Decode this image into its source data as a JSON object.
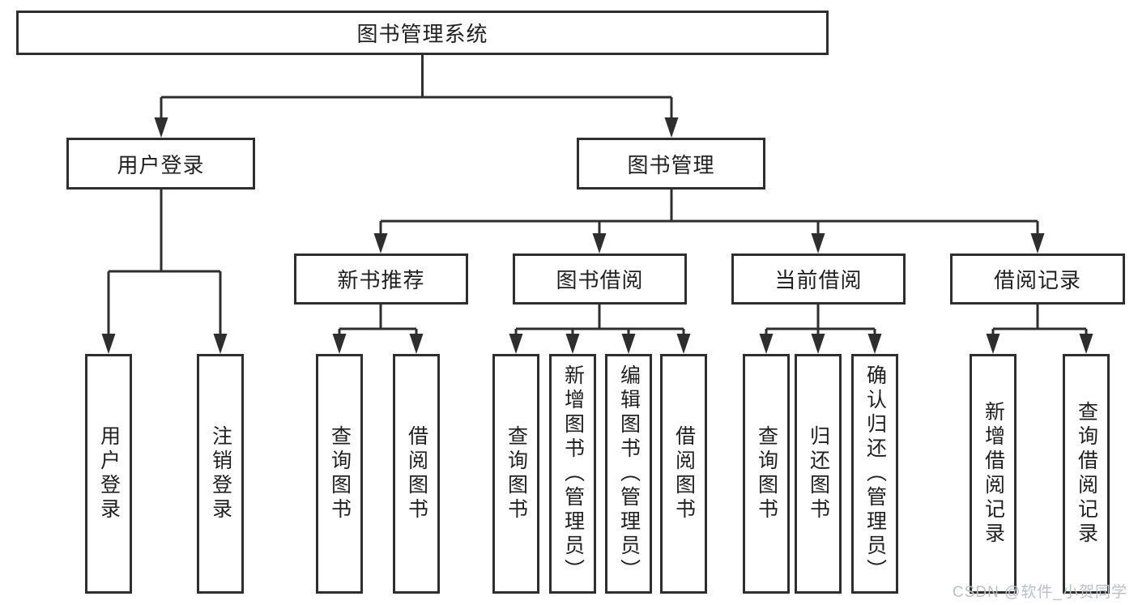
{
  "tree": {
    "root": {
      "label": "图书管理系统"
    },
    "branches": [
      {
        "label": "用户登录",
        "children": [
          {
            "label": "用户登录"
          },
          {
            "label": "注销登录"
          }
        ]
      },
      {
        "label": "图书管理",
        "children": [
          {
            "label": "新书推荐",
            "children": [
              {
                "label": "查询图书"
              },
              {
                "label": "借阅图书"
              }
            ]
          },
          {
            "label": "图书借阅",
            "children": [
              {
                "label": "查询图书"
              },
              {
                "label": "新增图书（管理员）"
              },
              {
                "label": "编辑图书（管理员）"
              },
              {
                "label": "借阅图书"
              }
            ]
          },
          {
            "label": "当前借阅",
            "children": [
              {
                "label": "查询图书"
              },
              {
                "label": "归还图书"
              },
              {
                "label": "确认归还（管理员）"
              }
            ]
          },
          {
            "label": "借阅记录",
            "children": [
              {
                "label": "新增借阅记录"
              },
              {
                "label": "查询借阅记录"
              }
            ]
          }
        ]
      }
    ]
  },
  "watermark": {
    "text": "CSDN @软件_小贺同学",
    "color": "#b9bfc6"
  },
  "colors": {
    "line": "#2e2e2e",
    "text": "#1f1f1f",
    "background": "#ffffff"
  }
}
